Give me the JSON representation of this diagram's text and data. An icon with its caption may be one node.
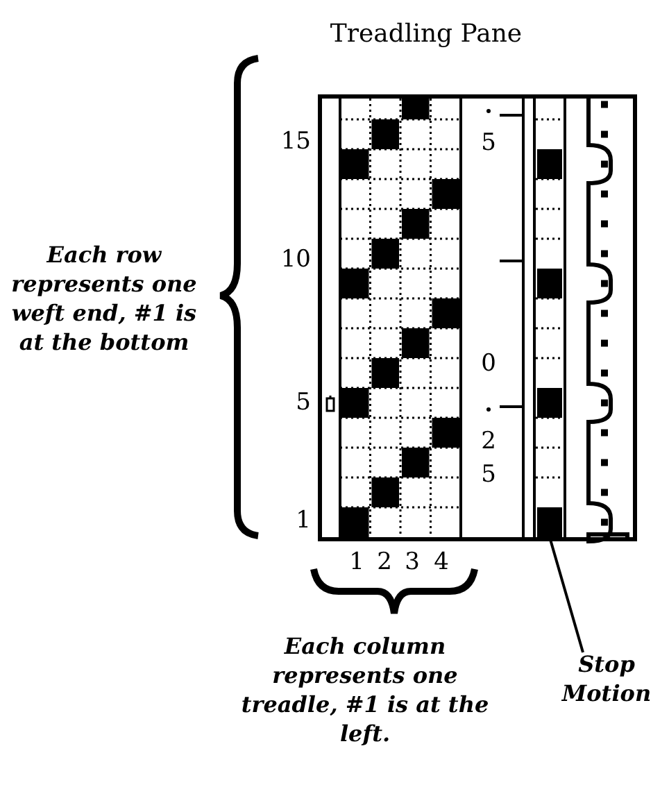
{
  "diagram": {
    "nodes": [
      {
        "text": [
          "Treadling Pane"
        ]
      },
      {
        "text": [],
        "shape": "bar",
        "in": 0
      },
      {
        "text": [
          "Stop Motion"
        ]
      }
    ],
    "edges": [
      {
        "from": 2,
        "to": 1,
        "arrow": "none"
      }
    ],
    "labels": [
      "15",
      "10",
      "5",
      "1",
      "Each row represents one weft end, #1 is at the bottom",
      "5",
      "0",
      "2",
      "5",
      "1",
      "2",
      "3",
      "4",
      "Each column represents one treadle, #1 is at the left."
    ]
  }
}
